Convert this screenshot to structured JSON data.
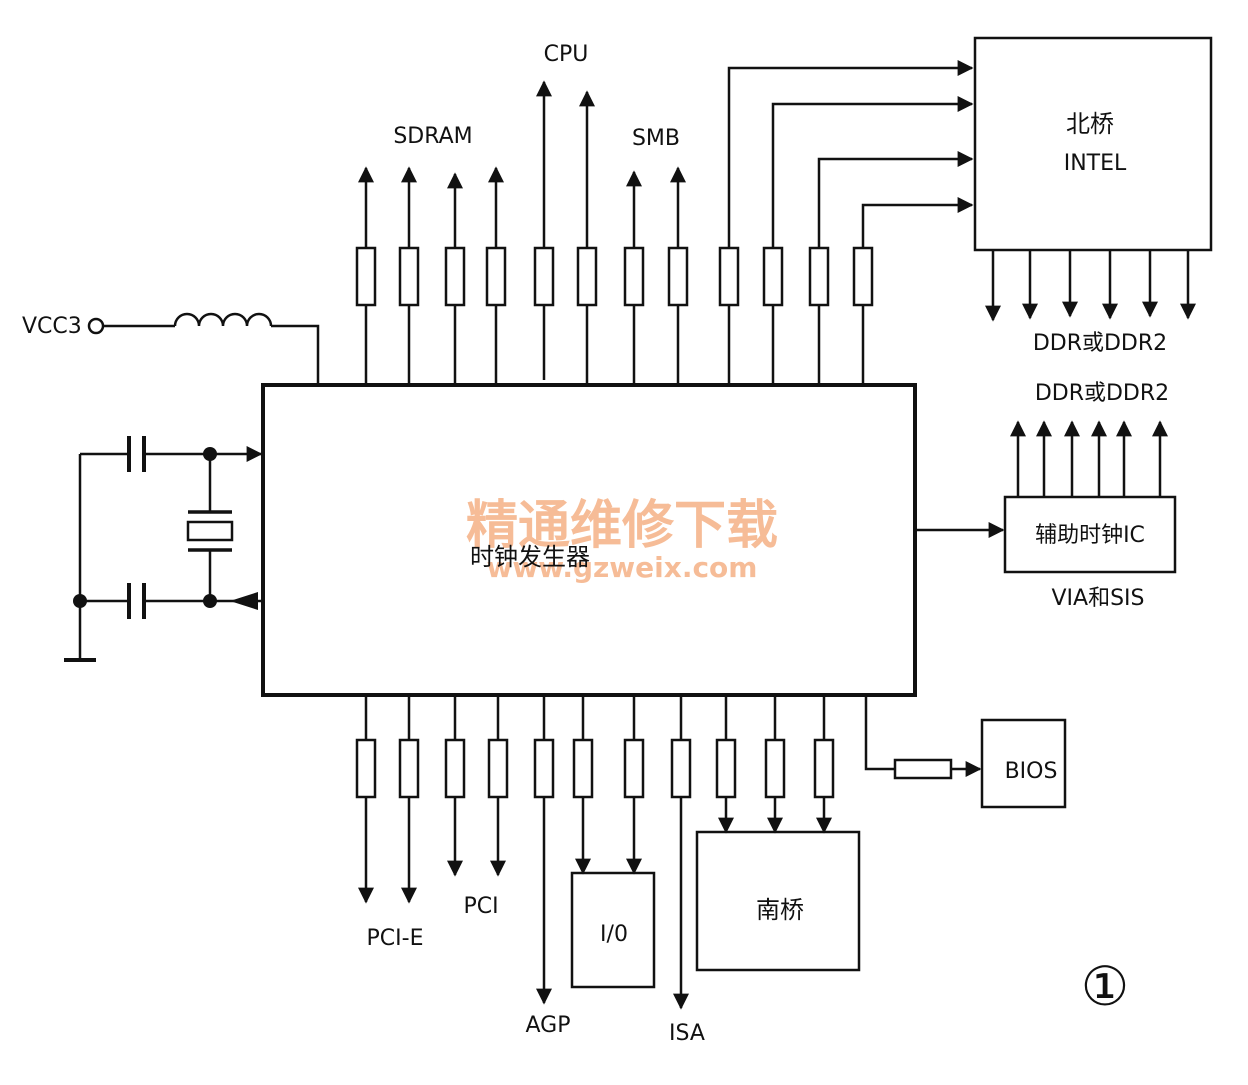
{
  "diagram": {
    "main_chip": "时钟发生器",
    "north_bridge": {
      "line1": "北桥",
      "line2": "INTEL"
    },
    "aux_clock": "辅助时钟IC",
    "aux_clock_note": "VIA和SIS",
    "south_bridge": "南桥",
    "io": "I/0",
    "bios": "BIOS",
    "vcc": "VCC3",
    "top_labels": {
      "sdram": "SDRAM",
      "cpu": "CPU",
      "smb": "SMB"
    },
    "ddr_nb": "DDR或DDR2",
    "ddr_aux": "DDR或DDR2",
    "bottom_labels": {
      "pcie": "PCI-E",
      "pci": "PCI",
      "agp": "AGP",
      "isa": "ISA"
    },
    "figure_number": "①",
    "watermark": {
      "line1": "精通维修下载",
      "line2": "www.gzweix.com"
    }
  }
}
